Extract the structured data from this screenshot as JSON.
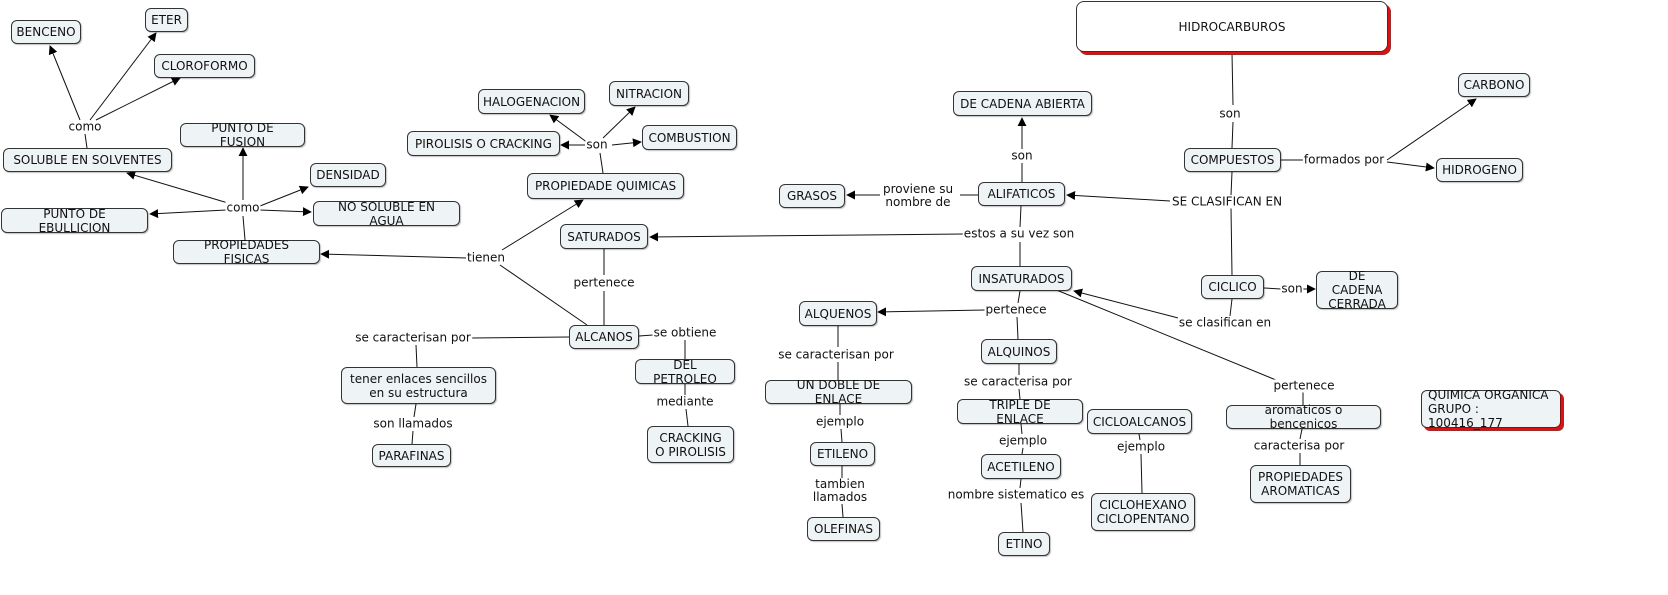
{
  "map": {
    "title": "HIDROCARBUROS",
    "note": "QUIMICA  ORGANICA\nGRUPO : 100416_177",
    "accent_shadow_color": "#e01010",
    "node_fill_color": "#eef3f5",
    "nodes": [
      {
        "id": "hidrocarburos",
        "text": "HIDROCARBUROS"
      },
      {
        "id": "compuestos",
        "text": "COMPUESTOS"
      },
      {
        "id": "carbono",
        "text": "CARBONO"
      },
      {
        "id": "hidrogeno",
        "text": "HIDROGENO"
      },
      {
        "id": "alifaticos",
        "text": "ALIFATICOS"
      },
      {
        "id": "de-cadena-abierta",
        "text": "DE CADENA ABIERTA"
      },
      {
        "id": "grasos",
        "text": "GRASOS"
      },
      {
        "id": "ciclico",
        "text": "CICLICO"
      },
      {
        "id": "de-cadena-cerrada",
        "text": "DE CADENA\nCERRADA"
      },
      {
        "id": "saturados",
        "text": "SATURADOS"
      },
      {
        "id": "insaturados",
        "text": "INSATURADOS"
      },
      {
        "id": "alcanos",
        "text": "ALCANOS"
      },
      {
        "id": "propiedades-fisicas",
        "text": "PROPIEDADES FISICAS"
      },
      {
        "id": "propiedade-quimicas",
        "text": "PROPIEDADE  QUIMICAS"
      },
      {
        "id": "halogenacion",
        "text": "HALOGENACION"
      },
      {
        "id": "nitracion",
        "text": "NITRACION"
      },
      {
        "id": "pirolisis-o-cracking",
        "text": "PIROLISIS O CRACKING"
      },
      {
        "id": "combustion",
        "text": "COMBUSTION"
      },
      {
        "id": "punto-de-fusion",
        "text": "PUNTO DE  FUSION"
      },
      {
        "id": "densidad",
        "text": "DENSIDAD"
      },
      {
        "id": "no-soluble-en-agua",
        "text": "NO SOLUBLE EN  AGUA"
      },
      {
        "id": "punto-de-ebullicion",
        "text": "PUNTO DE EBULLICION"
      },
      {
        "id": "soluble-en-solventes",
        "text": "SOLUBLE  EN   SOLVENTES"
      },
      {
        "id": "benceno",
        "text": "BENCENO"
      },
      {
        "id": "eter",
        "text": "ETER"
      },
      {
        "id": "cloroformo",
        "text": "CLOROFORMO"
      },
      {
        "id": "tener-enlaces-sencillos",
        "text": "tener  enlaces  sencillos\nen su estructura"
      },
      {
        "id": "parafinas",
        "text": "PARAFINAS"
      },
      {
        "id": "del-petroleo",
        "text": "DEL PETROLEO"
      },
      {
        "id": "cracking-o-pirolisis",
        "text": "CRACKING\nO PIROLISIS"
      },
      {
        "id": "alquenos",
        "text": "ALQUENOS"
      },
      {
        "id": "un-doble-de-enlace",
        "text": "UN DOBLE  DE ENLACE"
      },
      {
        "id": "etileno",
        "text": "ETILENO"
      },
      {
        "id": "olefinas",
        "text": "OLEFINAS"
      },
      {
        "id": "alquinos",
        "text": "ALQUINOS"
      },
      {
        "id": "triple-de-enlace",
        "text": "TRIPLE  DE ENLACE"
      },
      {
        "id": "acetileno",
        "text": "ACETILENO"
      },
      {
        "id": "etino",
        "text": "ETINO"
      },
      {
        "id": "cicloalcanos",
        "text": "CICLOALCANOS"
      },
      {
        "id": "ciclohexano-ciclopentano",
        "text": "CICLOHEXANO\nCICLOPENTANO"
      },
      {
        "id": "aromaticos-o-bencenicos",
        "text": "aromaticos o bencenicos"
      },
      {
        "id": "propiedades-aromaticas",
        "text": "PROPIEDADES\nAROMATICAS"
      },
      {
        "id": "quimica-organica-note",
        "text": "QUIMICA  ORGANICA\nGRUPO : 100416_177"
      }
    ],
    "links": [
      {
        "id": "son-1",
        "text": "son"
      },
      {
        "id": "formados-por",
        "text": "formados por"
      },
      {
        "id": "se-clasifican-en-1",
        "text": "SE  CLASIFICAN  EN"
      },
      {
        "id": "son-2",
        "text": "son"
      },
      {
        "id": "proviene-su-nombre-de",
        "text": "proviene  su\nnombre de"
      },
      {
        "id": "son-3",
        "text": "son"
      },
      {
        "id": "se-clasifican-en-2",
        "text": "se clasifican en"
      },
      {
        "id": "estos-a-su-vez-son",
        "text": "estos a su vez son"
      },
      {
        "id": "pertenece-1",
        "text": "pertenece"
      },
      {
        "id": "tienen",
        "text": "tienen"
      },
      {
        "id": "son-4",
        "text": "son"
      },
      {
        "id": "como-1",
        "text": "como"
      },
      {
        "id": "como-2",
        "text": "como"
      },
      {
        "id": "se-caracterisan-por-1",
        "text": "se caracterisan por"
      },
      {
        "id": "son-llamados",
        "text": "son llamados"
      },
      {
        "id": "se-obtiene",
        "text": "se obtiene"
      },
      {
        "id": "mediante",
        "text": "mediante"
      },
      {
        "id": "pertenece-2",
        "text": "pertenece"
      },
      {
        "id": "se-caracterisan-por-2",
        "text": "se caracterisan por"
      },
      {
        "id": "ejemplo-1",
        "text": "ejemplo"
      },
      {
        "id": "tambien-llamados",
        "text": "tambien\nllamados"
      },
      {
        "id": "se-caracterisa-por",
        "text": "se caracterisa por"
      },
      {
        "id": "ejemplo-2",
        "text": "ejemplo"
      },
      {
        "id": "nombre-sistematico-es",
        "text": "nombre sistematico  es"
      },
      {
        "id": "ejemplo-3",
        "text": "ejemplo"
      },
      {
        "id": "pertenece-3",
        "text": "pertenece"
      },
      {
        "id": "caracterisa-por",
        "text": "caracterisa por"
      }
    ]
  }
}
